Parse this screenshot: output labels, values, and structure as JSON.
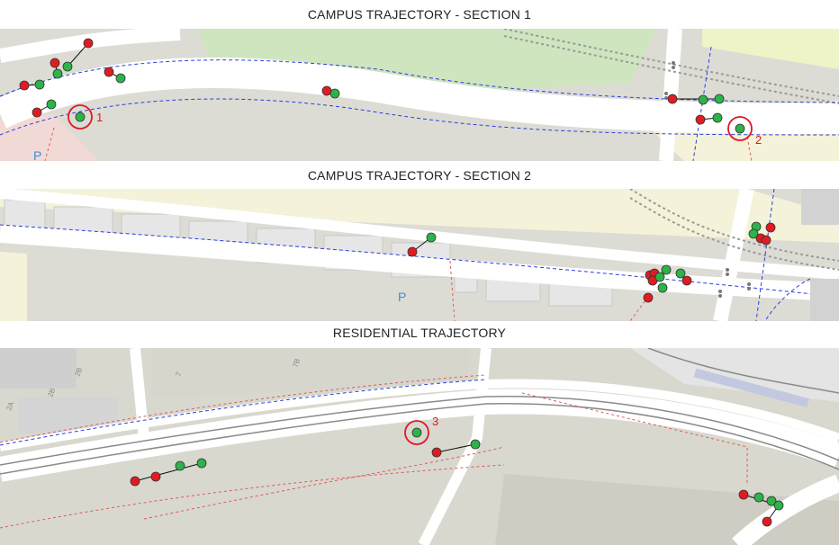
{
  "panels": [
    {
      "title": "CAMPUS TRAJECTORY - SECTION 1"
    },
    {
      "title": "CAMPUS TRAJECTORY - SECTION 2"
    },
    {
      "title": "RESIDENTIAL TRAJECTORY"
    }
  ],
  "markers": {
    "m1": "1",
    "m2": "2",
    "m3": "3"
  },
  "map_labels": {
    "parking": "P",
    "house_2b": "2B",
    "house_2a": "2A",
    "house_7": "7",
    "house_7b": "7B"
  },
  "colors": {
    "start_point": "#2db34a",
    "end_point": "#e11b22",
    "highlight": "#e0182a",
    "road": "#ffffff",
    "footpath": "#e05a5a",
    "cycle_path": "#2a3fe0"
  }
}
